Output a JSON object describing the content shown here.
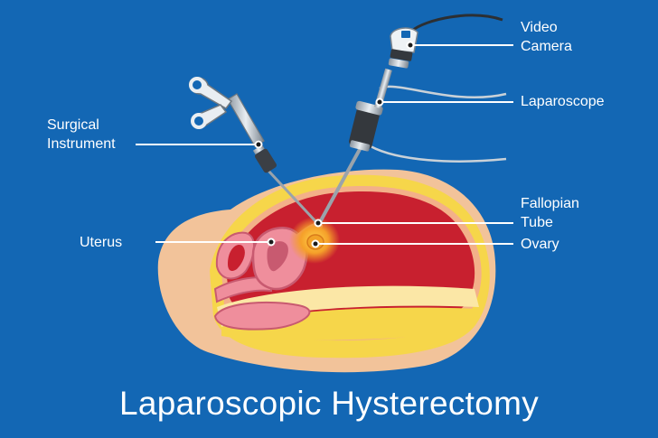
{
  "title": "Laparoscopic Hysterectomy",
  "labels": {
    "video_camera_line1": "Video",
    "video_camera_line2": "Camera",
    "laparoscope": "Laparoscope",
    "surgical_instrument_line1": "Surgical",
    "surgical_instrument_line2": "Instrument",
    "fallopian_tube_line1": "Fallopian",
    "fallopian_tube_line2": "Tube",
    "ovary": "Ovary",
    "uterus": "Uterus"
  },
  "colors": {
    "background": "#1367b4",
    "cavity_red": "#c8202f",
    "fat_yellow": "#f6d64a",
    "skin": "#f2c39a",
    "uterus_pink": "#ef8e9c",
    "ovary_orange": "#f2a227",
    "leader_line": "#ffffff"
  }
}
